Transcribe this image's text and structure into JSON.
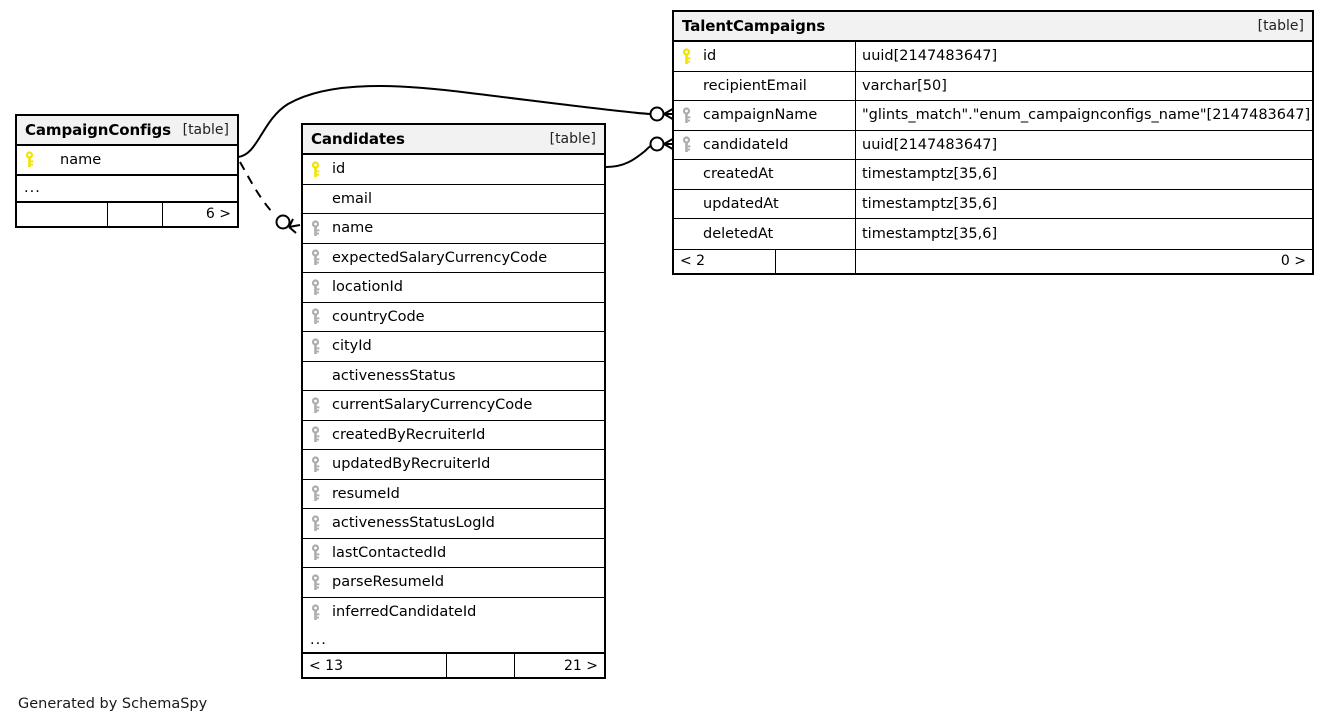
{
  "diagram": {
    "caption": "Generated by SchemaSpy",
    "table_tag": "[table]",
    "ellipsis": "...",
    "colors": {
      "primary_key": "#f2e200",
      "foreign_key": "#adadad",
      "header_background": "#f2f2f2",
      "border": "#000000",
      "background": "#ffffff"
    }
  },
  "tables": [
    {
      "id": "campaignconfigs",
      "name": "CampaignConfigs",
      "tag": "[table]",
      "columns": [
        {
          "name": "name",
          "type": "",
          "key": "primary"
        }
      ],
      "has_ellipsis": true,
      "footer": {
        "left": "",
        "middle": "",
        "right": "6 >"
      }
    },
    {
      "id": "candidates",
      "name": "Candidates",
      "tag": "[table]",
      "columns": [
        {
          "name": "id",
          "type": "",
          "key": "primary"
        },
        {
          "name": "email",
          "type": "",
          "key": "none"
        },
        {
          "name": "name",
          "type": "",
          "key": "foreign"
        },
        {
          "name": "expectedSalaryCurrencyCode",
          "type": "",
          "key": "foreign"
        },
        {
          "name": "locationId",
          "type": "",
          "key": "foreign"
        },
        {
          "name": "countryCode",
          "type": "",
          "key": "foreign"
        },
        {
          "name": "cityId",
          "type": "",
          "key": "foreign"
        },
        {
          "name": "activenessStatus",
          "type": "",
          "key": "none"
        },
        {
          "name": "currentSalaryCurrencyCode",
          "type": "",
          "key": "foreign"
        },
        {
          "name": "createdByRecruiterId",
          "type": "",
          "key": "foreign"
        },
        {
          "name": "updatedByRecruiterId",
          "type": "",
          "key": "foreign"
        },
        {
          "name": "resumeId",
          "type": "",
          "key": "foreign"
        },
        {
          "name": "activenessStatusLogId",
          "type": "",
          "key": "foreign"
        },
        {
          "name": "lastContactedId",
          "type": "",
          "key": "foreign"
        },
        {
          "name": "parseResumeId",
          "type": "",
          "key": "foreign"
        },
        {
          "name": "inferredCandidateId",
          "type": "",
          "key": "foreign"
        }
      ],
      "has_ellipsis": true,
      "footer": {
        "left": "< 13",
        "middle": "",
        "right": "21 >"
      }
    },
    {
      "id": "talentcampaigns",
      "name": "TalentCampaigns",
      "tag": "[table]",
      "columns": [
        {
          "name": "id",
          "type": "uuid[2147483647]",
          "key": "primary"
        },
        {
          "name": "recipientEmail",
          "type": "varchar[50]",
          "key": "none"
        },
        {
          "name": "campaignName",
          "type": "\"glints_match\".\"enum_campaignconfigs_name\"[2147483647]",
          "key": "foreign"
        },
        {
          "name": "candidateId",
          "type": "uuid[2147483647]",
          "key": "foreign"
        },
        {
          "name": "createdAt",
          "type": "timestamptz[35,6]",
          "key": "none"
        },
        {
          "name": "updatedAt",
          "type": "timestamptz[35,6]",
          "key": "none"
        },
        {
          "name": "deletedAt",
          "type": "timestamptz[35,6]",
          "key": "none"
        }
      ],
      "has_ellipsis": false,
      "footer": {
        "left": "< 2",
        "middle": "",
        "right": "0 >"
      }
    }
  ],
  "relationships": [
    {
      "id": "campaignconfigs-to-talentcampaigns",
      "from_table": "CampaignConfigs",
      "from_column": "name",
      "to_table": "TalentCampaigns",
      "to_column": "campaignName",
      "style": "solid",
      "notation": "zero-or-many"
    },
    {
      "id": "candidates-to-talentcampaigns",
      "from_table": "Candidates",
      "from_column": "id",
      "to_table": "TalentCampaigns",
      "to_column": "candidateId",
      "style": "solid",
      "notation": "zero-or-many"
    },
    {
      "id": "campaignconfigs-to-candidates",
      "from_table": "CampaignConfigs",
      "from_column": "name",
      "to_table": "Candidates",
      "to_column": "name",
      "style": "dashed",
      "notation": "zero-or-many"
    }
  ]
}
